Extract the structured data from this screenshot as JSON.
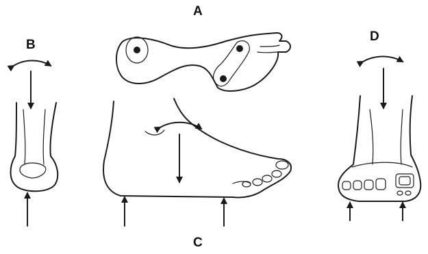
{
  "labels": {
    "a": "A",
    "b": "B",
    "c": "C",
    "d": "D"
  },
  "colors": {
    "ink": "#1a1a1a",
    "background": "#ffffff"
  }
}
